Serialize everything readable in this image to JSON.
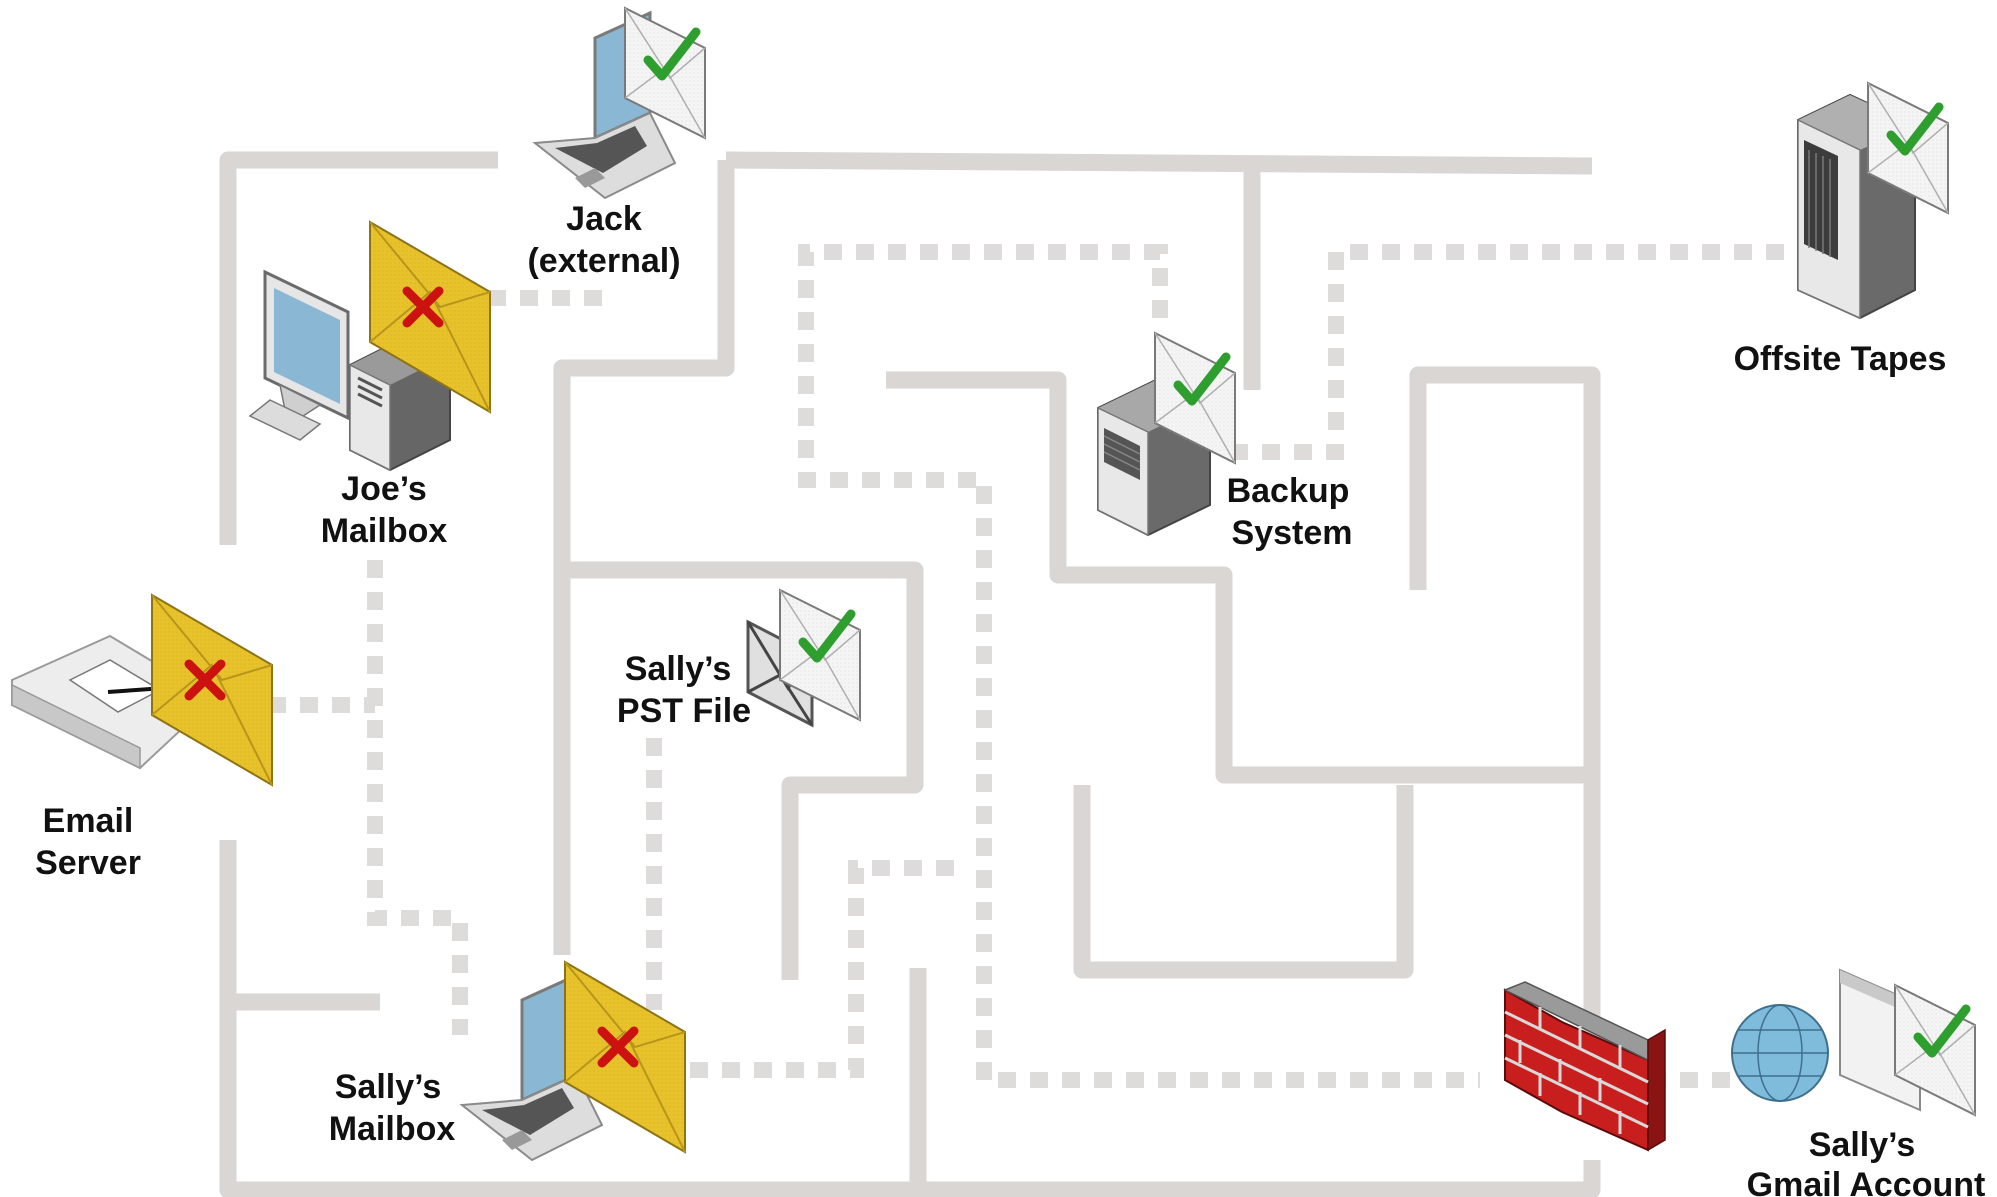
{
  "nodes": {
    "email_server": {
      "line1": "Email",
      "line2": "Server",
      "status": "fail"
    },
    "joes_mailbox": {
      "line1": "Joe’s",
      "line2": "Mailbox",
      "status": "fail"
    },
    "jack_external": {
      "line1": "Jack",
      "line2": "(external)",
      "status": "ok"
    },
    "sallys_pst": {
      "line1": "Sally’s",
      "line2": "PST File",
      "status": "ok"
    },
    "sallys_mailbox": {
      "line1": "Sally’s",
      "line2": "Mailbox",
      "status": "fail"
    },
    "backup_system": {
      "line1": "Backup",
      "line2": "System",
      "status": "ok"
    },
    "offsite_tapes": {
      "line1": "Offsite Tapes",
      "status": "ok"
    },
    "sallys_gmail": {
      "line1": "Sally’s",
      "line2": "Gmail Account",
      "status": "ok"
    }
  },
  "colors": {
    "maze_wall": "#d9d6d3",
    "path_dots": "#dedcda",
    "envelope_yellow": "#e8c22a",
    "envelope_white": "#f4f4f4",
    "check_green": "#2e9e2e",
    "x_red": "#cc1111",
    "firewall_red": "#c81e1e",
    "globe_blue": "#7fbcdc",
    "screen_blue": "#8ab8d4"
  },
  "icons": {
    "email_server": "rack-server-icon",
    "joes_mailbox": "desktop-pc-icon",
    "jack_external": "laptop-icon",
    "sallys_pst": "pst-file-icon",
    "sallys_mailbox": "laptop-icon",
    "backup_system": "server-icon",
    "offsite_tapes": "tower-server-icon",
    "firewall": "firewall-icon",
    "sallys_gmail": "globe-icon",
    "ok": "check-icon",
    "fail": "x-icon"
  }
}
